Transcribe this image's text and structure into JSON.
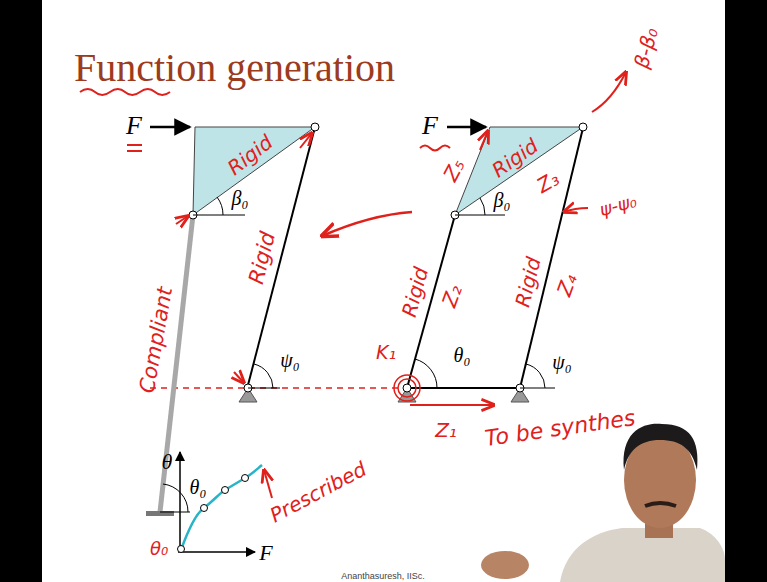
{
  "diagram": {
    "title": "Function generation",
    "labels": [
      "F",
      "Rigid",
      "β₀",
      "Compliant",
      "θ₀",
      "Rigid",
      "ψ₀",
      "F",
      "Z₅",
      "Rigid",
      "Z₃",
      "β-β₀",
      "β₀",
      "ψ-ψ₀",
      "Rigid",
      "Z₂",
      "Rigid",
      "Z₄",
      "K₁",
      "θ₀",
      "ψ₀",
      "Z₁",
      "To be synthes",
      "θ",
      "F",
      "Prescribed",
      "θ₀",
      "Ananthasuresh, IISc."
    ]
  }
}
